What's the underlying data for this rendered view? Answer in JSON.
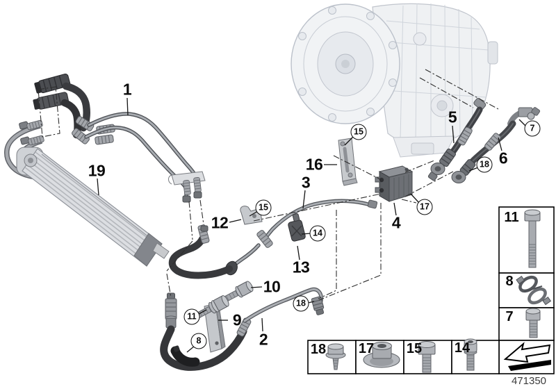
{
  "part_number": "471350",
  "colors": {
    "background": "#ffffff",
    "ink": "#0b0b0b",
    "ghost_gray": "#bcc1c9",
    "hose_dark": "#36373a",
    "metal_gray": "#a6a9ae"
  },
  "callouts": {
    "plain": [
      {
        "label": "1"
      },
      {
        "label": "2"
      },
      {
        "label": "3"
      },
      {
        "label": "4"
      },
      {
        "label": "5"
      },
      {
        "label": "6"
      },
      {
        "label": "9"
      },
      {
        "label": "10"
      },
      {
        "label": "12"
      },
      {
        "label": "13"
      },
      {
        "label": "16"
      },
      {
        "label": "19"
      }
    ],
    "circled": [
      {
        "label": "7"
      },
      {
        "label": "8"
      },
      {
        "label": "11"
      },
      {
        "label": "14"
      },
      {
        "label": "15"
      },
      {
        "label": "15"
      },
      {
        "label": "17"
      },
      {
        "label": "18"
      },
      {
        "label": "18"
      }
    ]
  },
  "legend": {
    "side_boxes": [
      {
        "label": "11",
        "icon": "long-hex-bolt-icon"
      },
      {
        "label": "8",
        "icon": "hose-clamp-icon"
      },
      {
        "label": "7",
        "icon": "hex-bolt-icon"
      }
    ],
    "bottom_boxes": [
      {
        "label": "18",
        "icon": "washer-screw-icon"
      },
      {
        "label": "17",
        "icon": "flange-nut-icon"
      },
      {
        "label": "15",
        "icon": "hex-bolt-icon"
      },
      {
        "label": "14",
        "icon": "socket-head-screw-icon"
      }
    ],
    "arrow_box": {
      "icon": "direction-arrow-icon"
    }
  }
}
